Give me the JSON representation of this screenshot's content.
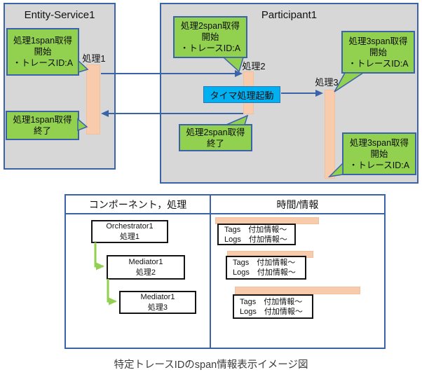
{
  "colors": {
    "container_fill": "#d7d7d7",
    "border_blue": "#3b63a8",
    "callout_green": "#92d050",
    "span_bar_orange": "#f8cbad",
    "timer_cyan": "#00b0f0",
    "green_arrow": "#92d050",
    "inner_box_border": "#141414"
  },
  "sequence": {
    "entity": {
      "title": "Entity-Service1",
      "process_label": "処理1",
      "callout_start": "処理1span取得\n開始\n・トレースID:A",
      "callout_end": "処理1span取得\n終了"
    },
    "participant": {
      "title": "Participant1",
      "process2_label": "処理2",
      "process3_label": "処理3",
      "timer_label": "タイマ処理起動",
      "callout2_start": "処理2span取得\n開始\n・トレースID:A",
      "callout2_end": "処理2span取得\n終了",
      "callout3_start": "処理3span取得\n開始\n・トレースID:A",
      "callout3_end": "処理3span取得\n開始\n・トレースID:A"
    }
  },
  "table": {
    "header_left": "コンポーネント，処理",
    "header_right": "時間/情報",
    "components": [
      {
        "name": "Orchestrator1",
        "process": "処理1"
      },
      {
        "name": "Mediator1",
        "process": "処理2"
      },
      {
        "name": "Mediator1",
        "process": "処理3"
      }
    ],
    "span_rows": [
      {
        "info": "Tags　付加情報～\nLogs　付加情報～"
      },
      {
        "info": "Tags　付加情報～\nLogs　付加情報～"
      },
      {
        "info": "Tags　付加情報～\nLogs　付加情報～"
      }
    ]
  },
  "caption": "特定トレースIDのspan情報表示イメージ図"
}
